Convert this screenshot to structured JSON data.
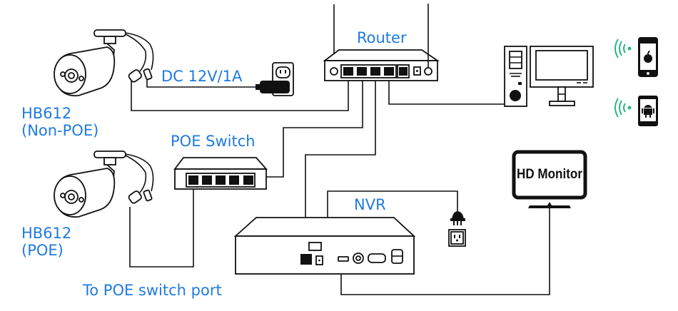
{
  "labels": {
    "router": "Router",
    "dc_power": "DC 12V/1A",
    "camera1_model": "HB612",
    "camera1_type": "(Non-POE)",
    "poe_switch": "POE Switch",
    "camera2_model": "HB612",
    "camera2_type": "(POE)",
    "nvr": "NVR",
    "poe_port_note": "To POE switch port",
    "hd_monitor": "HD Monitor"
  },
  "colors": {
    "label": "#1f7ae0",
    "wifi": "#2bb58a",
    "line": "#111111"
  },
  "icons": [
    "bullet-camera-icon",
    "power-outlet-icon",
    "power-adapter-icon",
    "router-icon",
    "poe-switch-icon",
    "nvr-icon",
    "desktop-pc-icon",
    "iphone-icon",
    "android-phone-icon",
    "wifi-icon",
    "power-plug-icon",
    "hd-monitor-icon"
  ]
}
